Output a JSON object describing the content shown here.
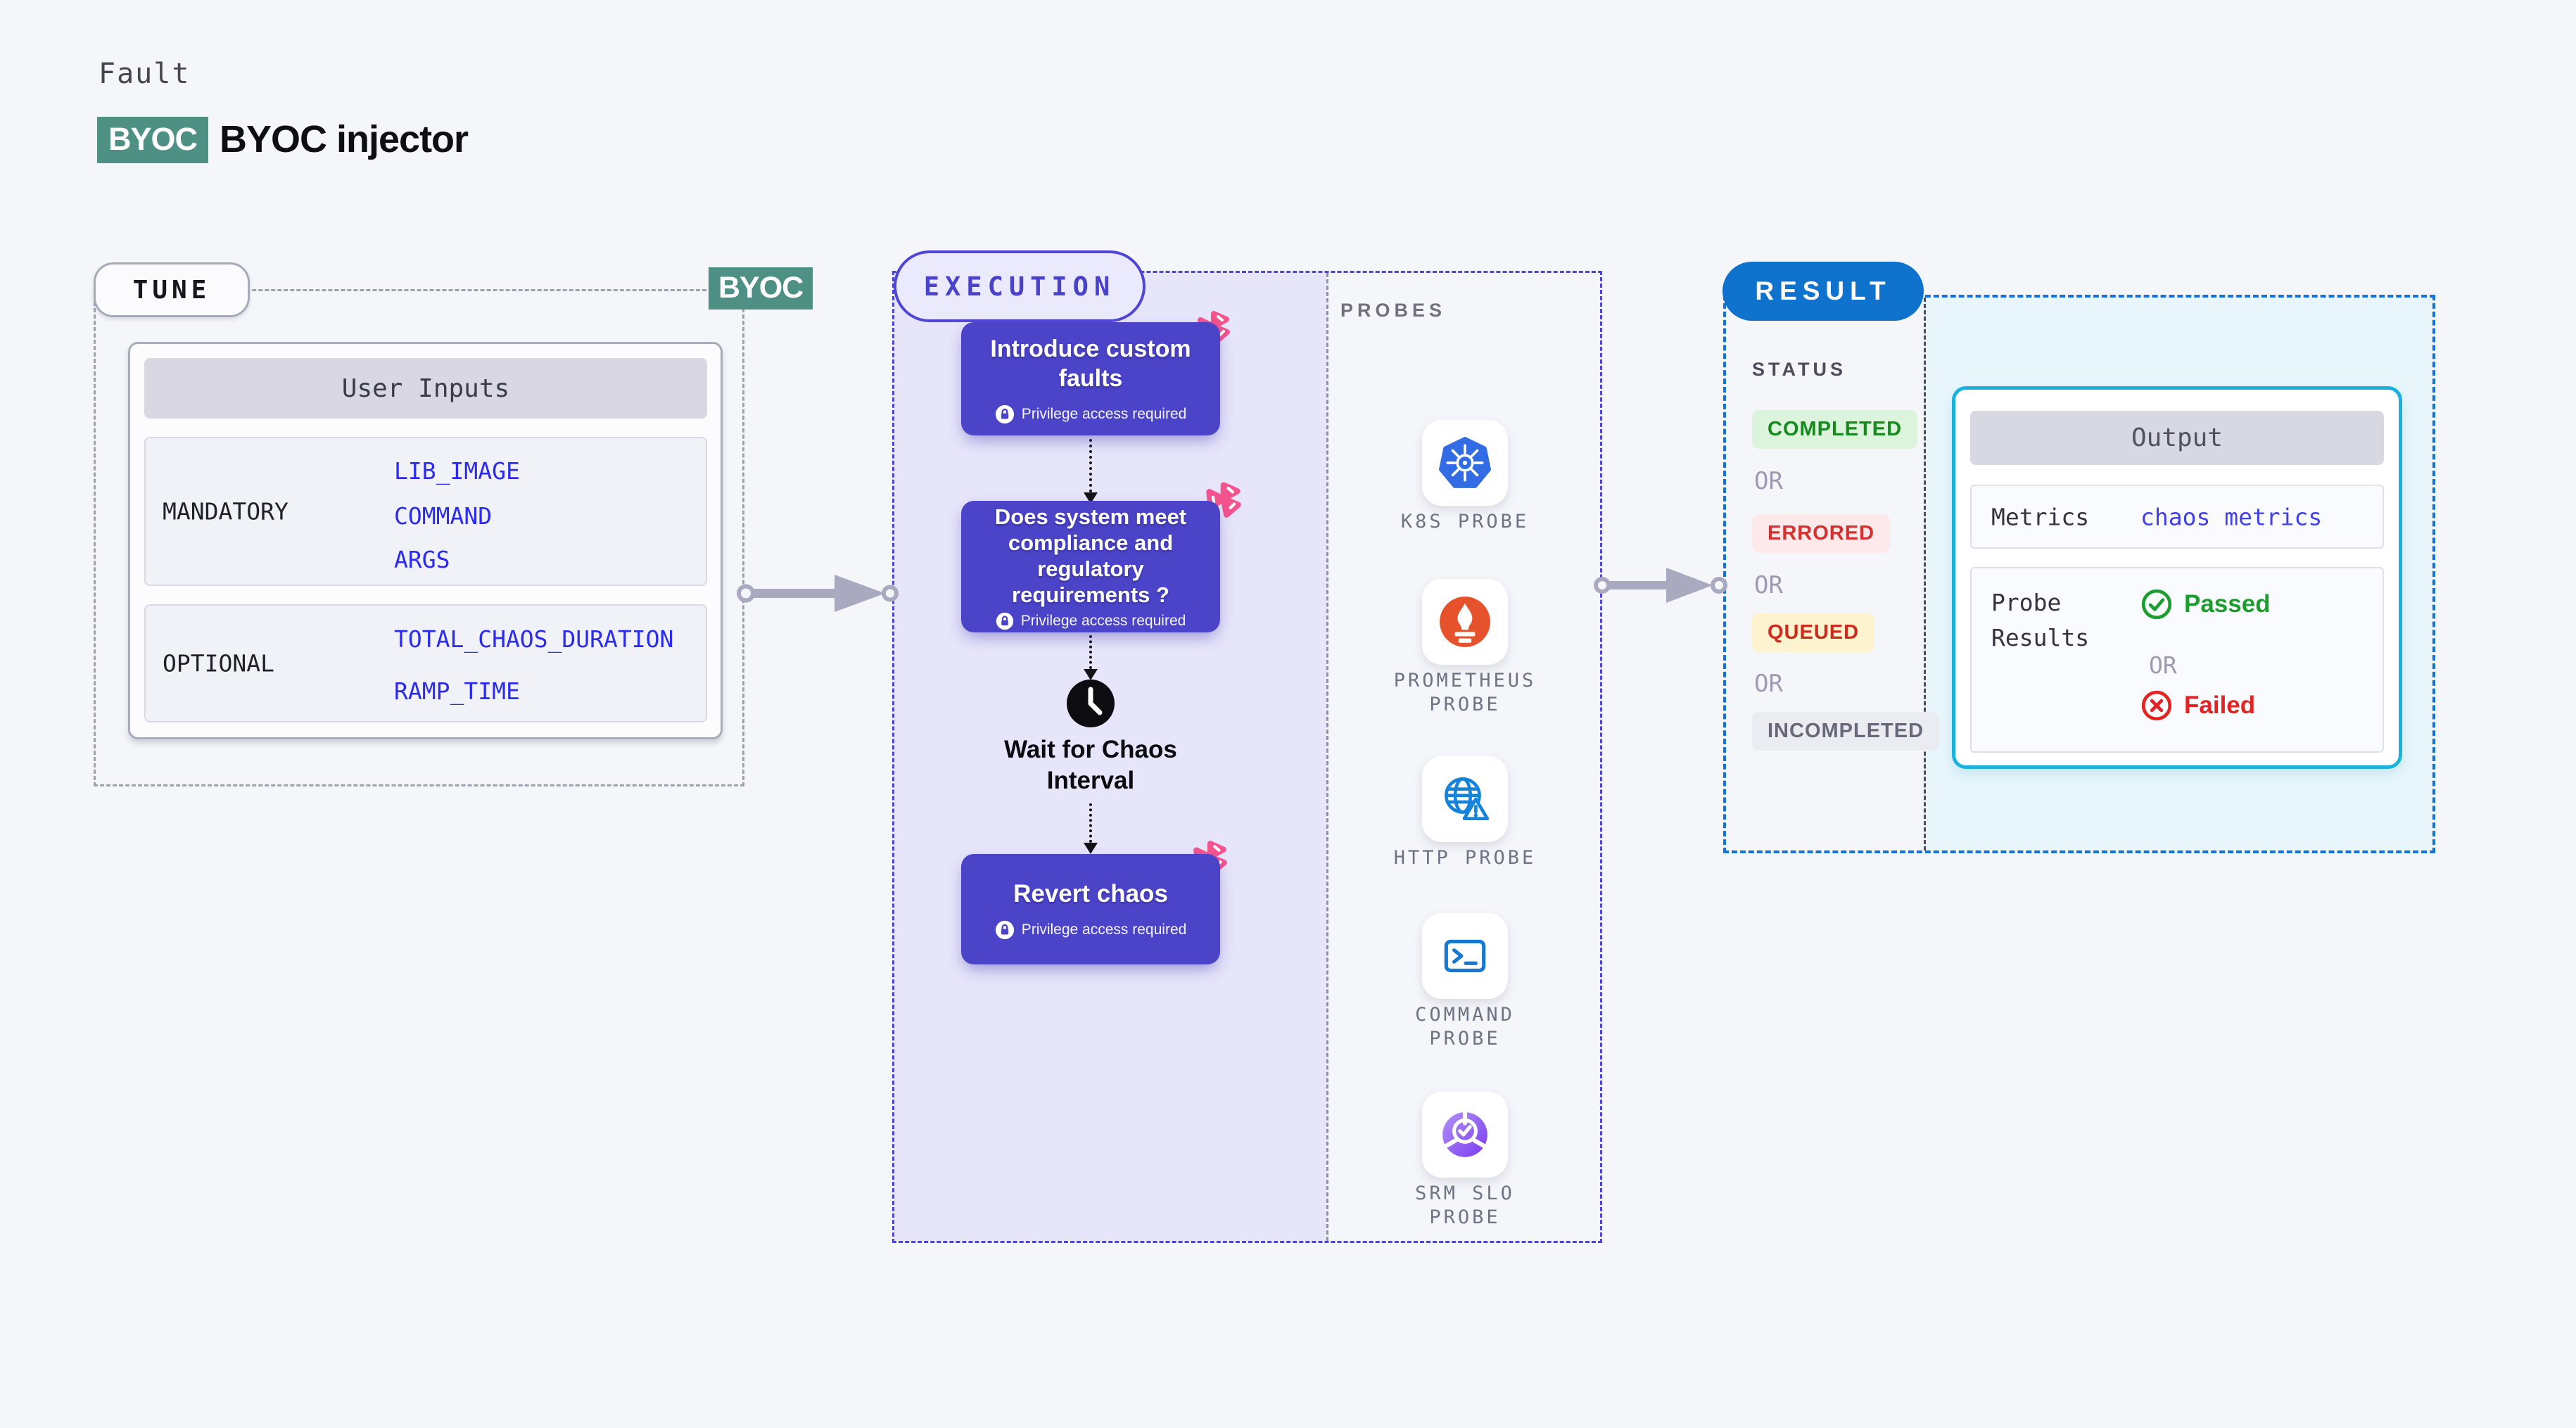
{
  "header": {
    "eyebrow": "Fault",
    "badge_label": "BYOC",
    "title": "BYOC injector"
  },
  "tune": {
    "label": "TUNE",
    "byoc_badge": "BYOC",
    "table": {
      "header": "User Inputs",
      "rows": [
        {
          "label": "MANDATORY",
          "values": [
            "LIB_IMAGE",
            "COMMAND",
            "ARGS"
          ]
        },
        {
          "label": "OPTIONAL",
          "values": [
            "TOTAL_CHAOS_DURATION",
            "RAMP_TIME"
          ]
        }
      ]
    }
  },
  "execution": {
    "label": "EXECUTION",
    "steps": [
      {
        "title": "Introduce custom faults",
        "note": "Privilege access required"
      },
      {
        "title": "Does system meet compliance and regulatory requirements ?",
        "note": "Privilege access required"
      },
      {
        "title": "Wait for Chaos Interval"
      },
      {
        "title": "Revert chaos",
        "note": "Privilege access required"
      }
    ]
  },
  "probes": {
    "label": "PROBES",
    "items": [
      {
        "label": "K8S PROBE",
        "icon": "kubernetes-icon"
      },
      {
        "label": "PROMETHEUS PROBE",
        "icon": "prometheus-icon"
      },
      {
        "label": "HTTP PROBE",
        "icon": "globe-warning-icon"
      },
      {
        "label": "COMMAND PROBE",
        "icon": "terminal-icon"
      },
      {
        "label": "SRM SLO PROBE",
        "icon": "slo-segments-check-icon"
      }
    ]
  },
  "result": {
    "label": "RESULT",
    "status_heading": "STATUS",
    "statuses": [
      {
        "label": "COMPLETED",
        "type": "success"
      },
      {
        "label": "OR",
        "type": "or"
      },
      {
        "label": "ERRORED",
        "type": "error"
      },
      {
        "label": "OR",
        "type": "or"
      },
      {
        "label": "QUEUED",
        "type": "warning"
      },
      {
        "label": "OR",
        "type": "or"
      },
      {
        "label": "INCOMPLETED",
        "type": "neutral"
      }
    ],
    "output": {
      "header": "Output",
      "metrics_label": "Metrics",
      "metrics_value": "chaos metrics",
      "probe_results_label": "Probe Results",
      "passed_label": "Passed",
      "or_label": "OR",
      "failed_label": "Failed"
    }
  },
  "colors": {
    "accent_indigo": "#4b44c8",
    "accent_teal": "#4e9184",
    "result_blue": "#0f72cc",
    "output_border_cyan": "#19b2df",
    "value_blue": "#2b2bee",
    "success_green": "#1b9e2e",
    "error_red": "#d62f2f",
    "queued_red": "#cc2b1f",
    "lavender_fill": "#e6e5fa",
    "cyan_fill": "#e8f6fc"
  }
}
